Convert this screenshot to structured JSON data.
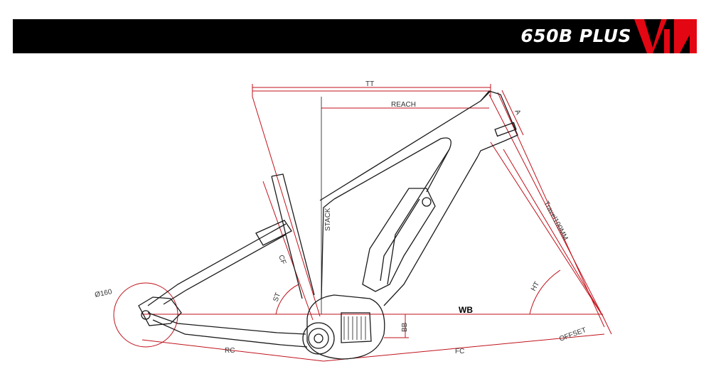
{
  "header": {
    "title": "650B PLUS",
    "brand_color": "#e30613",
    "background": "#000000"
  },
  "dimensions": {
    "tt": "TT",
    "reach": "REACH",
    "a": "A",
    "stack": "STACK",
    "cf": "CF",
    "st": "ST",
    "travel": "Travel100MM",
    "ht": "HT",
    "wb": "WB",
    "bb": "BB",
    "offset": "OFFSET",
    "rc": "RC",
    "fc": "FC",
    "rotor": "Ø160"
  },
  "colors": {
    "frame_line": "#1a1a1a",
    "dimension_line": "#c0121b"
  }
}
